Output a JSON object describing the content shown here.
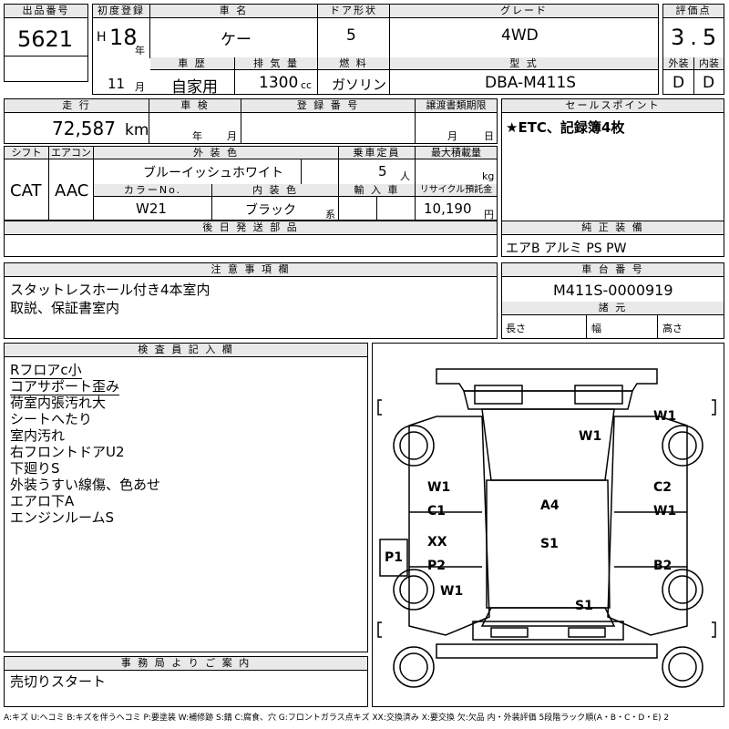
{
  "header": {
    "lot_label": "出品番号",
    "lot_value": "5621",
    "reg_label": "初度登録",
    "era": "H",
    "year": "18",
    "year_unit": "年",
    "month": "11",
    "month_unit": "月",
    "name_label": "車 名",
    "name_value": "ケー",
    "door_label": "ドア形状",
    "door_value": "5",
    "grade_label": "グレード",
    "grade_value": "4WD",
    "score_label": "評価点",
    "score_value": "3.5",
    "history_label": "車 歴",
    "history_value": "自家用",
    "disp_label": "排 気 量",
    "disp_value": "1300",
    "disp_unit": "cc",
    "fuel_label": "燃 料",
    "fuel_value": "ガソリン",
    "model_label": "型 式",
    "model_value": "DBA-M411S",
    "ext_label": "外装",
    "ext_value": "D",
    "int_label": "内装",
    "int_value": "D"
  },
  "row2": {
    "mileage_label": "走 行",
    "mileage_value": "72,587",
    "mileage_unit": "km",
    "inspect_label": "車 検",
    "inspect_year": "年",
    "inspect_month": "月",
    "regno_label": "登 録 番 号",
    "transfer_label": "譲渡書類期限",
    "transfer_month": "月",
    "transfer_day": "日",
    "sales_label": "セールスポイント",
    "sales_value": "★ETC、記録簿4枚"
  },
  "row3": {
    "shift_label": "シフト",
    "shift_value": "CAT",
    "ac_label": "エアコン",
    "ac_value": "AAC",
    "color_label": "外 装 色",
    "color_value": "ブルーイッシュホワイト",
    "seats_label": "乗車定員",
    "seats_value": "5",
    "seats_unit": "人",
    "load_label": "最大積載量",
    "load_unit": "kg",
    "colorno_label": "カラーNo.",
    "colorno_value": "W21",
    "intcolor_label": "内 装 色",
    "intcolor_value": "ブラック",
    "intcolor_unit": "系",
    "import_label": "輸 入 車",
    "recycle_label": "リサイクル預託金",
    "recycle_value": "10,190",
    "recycle_unit": "円",
    "later_label": "後 日 発 送 部 品",
    "equip_label": "純 正 装 備",
    "equip_value": "エアB アルミ PS PW"
  },
  "notes": {
    "label": "注 意 事 項 欄",
    "lines": [
      "スタットレスホール付き4本室内",
      "取説、保証書室内"
    ]
  },
  "chassis": {
    "label": "車 台 番 号",
    "value": "M411S-0000919",
    "spec_label": "諸 元",
    "length": "長さ",
    "width": "幅",
    "height": "高さ"
  },
  "inspector": {
    "label": "検 査 員 記 入 欄",
    "lines": [
      "Rフロアc小",
      "コアサポート歪み",
      "荷室内張汚れ大",
      "シートへたり",
      "室内汚れ",
      "右フロントドアU2",
      "下廻りS",
      "外装うすい線傷、色あせ",
      "エアロ下A",
      "エンジンルームS"
    ]
  },
  "office": {
    "label": "事 務 局 よ り ご 案 内",
    "value": "売切りスタート"
  },
  "legend": "A:キズ U:ヘコミ B:キズを伴うヘコミ P:要塗装 W:補修跡 S:錆 C:腐食、穴 G:フロントガラス点キズ XX:交換済み X:要交換 欠:欠品 内・外装評価 5段階ラック順(A・B・C・D・E) 2",
  "diagram": {
    "marks": [
      "W1",
      "W1",
      "W1",
      "C1",
      "A4",
      "C2",
      "W1",
      "XX",
      "S1",
      "P1",
      "P2",
      "B2",
      "W1",
      "S1"
    ]
  }
}
